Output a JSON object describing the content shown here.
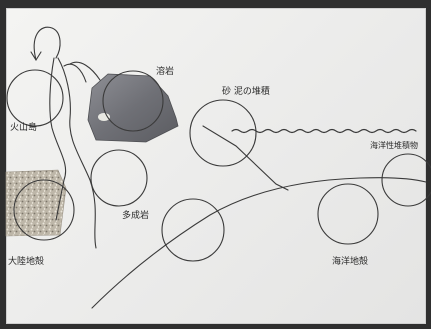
{
  "labels": {
    "volcano_label": "火山島",
    "lava_label": "溶岩",
    "sand_mud_label": "砂 泥の堆積",
    "ocean_sediment_label": "海洋性堆積物",
    "continent_crust_label": "大陸地殻",
    "granite_label": "多成岩",
    "ocean_crust_label": "海洋地殻"
  }
}
